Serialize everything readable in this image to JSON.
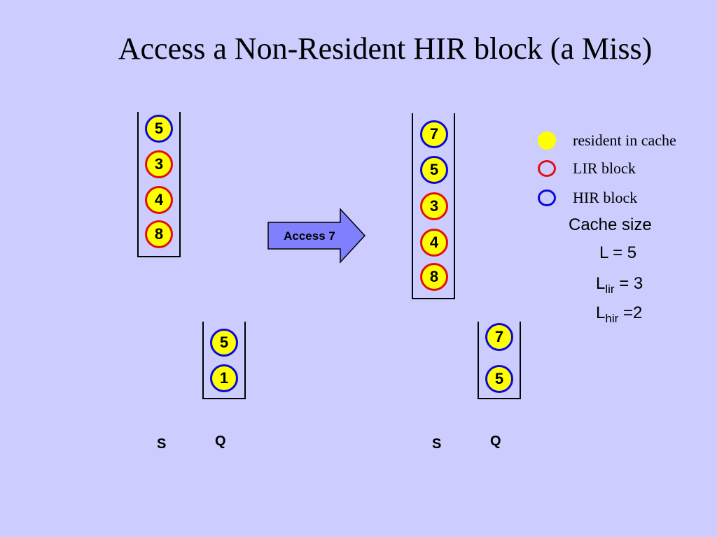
{
  "title": "Access a Non-Resident HIR block (a Miss)",
  "before": {
    "stack_s": [
      {
        "label": "5",
        "type": "hir"
      },
      {
        "label": "3",
        "type": "lir"
      },
      {
        "label": "4",
        "type": "lir"
      },
      {
        "label": "8",
        "type": "lir"
      }
    ],
    "stack_q": [
      {
        "label": "5",
        "type": "hir"
      },
      {
        "label": "1",
        "type": "hir"
      }
    ],
    "s_label": "S",
    "q_label": "Q"
  },
  "arrow_label": "Access 7",
  "after": {
    "stack_s": [
      {
        "label": "7",
        "type": "hir"
      },
      {
        "label": "5",
        "type": "hir"
      },
      {
        "label": "3",
        "type": "lir"
      },
      {
        "label": "4",
        "type": "lir"
      },
      {
        "label": "8",
        "type": "lir"
      }
    ],
    "stack_q": [
      {
        "label": "7",
        "type": "hir"
      },
      {
        "label": "5",
        "type": "hir"
      }
    ],
    "s_label": "S",
    "q_label": "Q"
  },
  "legend": {
    "resident": "resident in cache",
    "lir": "LIR block",
    "hir": "HIR block"
  },
  "cache_info": {
    "heading": "Cache size",
    "l_line": "L = 5",
    "llir_base": "L",
    "llir_sub": "lir",
    "llir_value": " = 3",
    "lhir_base": "L",
    "lhir_sub": "hir",
    "lhir_value": " =2"
  },
  "colors": {
    "background": "#ccccff",
    "resident_fill": "#ffff00",
    "lir_border": "#e01010",
    "hir_border": "#0a0ad8",
    "arrow_fill": "#8080ff"
  }
}
